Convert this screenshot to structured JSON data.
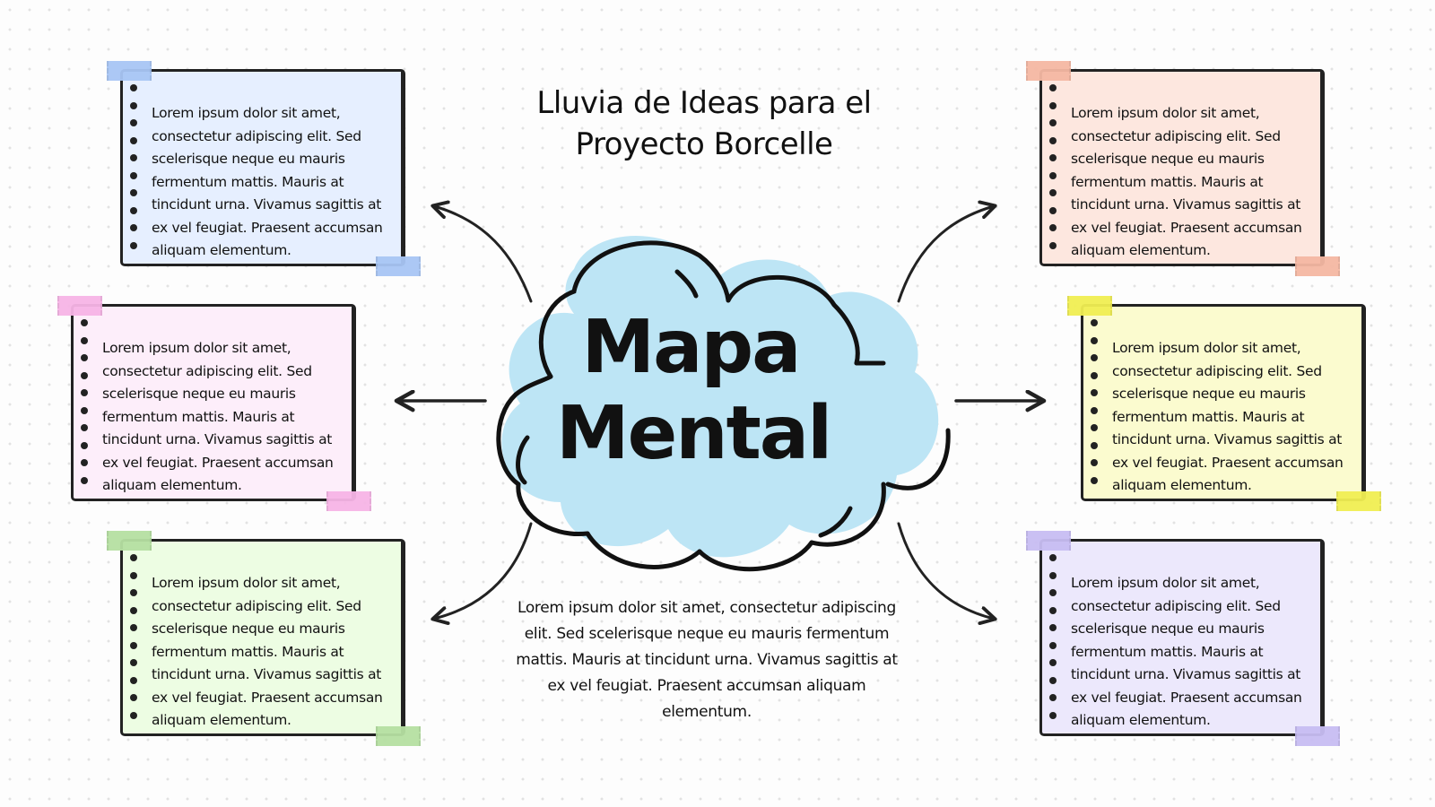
{
  "title": {
    "line1": "Lluvia de Ideas para el",
    "line2": "Proyecto Borcelle"
  },
  "center": {
    "line1": "Mapa",
    "line2": "Mental",
    "cloud_color": "#bde5f5"
  },
  "description": "Lorem ipsum dolor sit amet, consectetur adipiscing elit. Sed scelerisque neque eu mauris fermentum mattis. Mauris at tincidunt urna. Vivamus sagittis at ex vel feugiat. Praesent accumsan aliquam elementum.",
  "cards": [
    {
      "position": "top-left",
      "color": "#e6efff",
      "tape": "#a8c6f5",
      "text": "Lorem ipsum dolor sit amet, consectetur adipiscing elit. Sed scelerisque neque eu mauris fermentum mattis. Mauris at tincidunt urna. Vivamus sagittis at ex vel feugiat. Praesent accumsan aliquam elementum."
    },
    {
      "position": "middle-left",
      "color": "#fdeefa",
      "tape": "#f7b5e6",
      "text": "Lorem ipsum dolor sit amet, consectetur adipiscing elit. Sed scelerisque neque eu mauris fermentum mattis. Mauris at tincidunt urna. Vivamus sagittis at ex vel feugiat. Praesent accumsan aliquam elementum."
    },
    {
      "position": "bottom-left",
      "color": "#edfde3",
      "tape": "#b6e0a2",
      "text": "Lorem ipsum dolor sit amet, consectetur adipiscing elit. Sed scelerisque neque eu mauris fermentum mattis. Mauris at tincidunt urna. Vivamus sagittis at ex vel feugiat. Praesent accumsan aliquam elementum."
    },
    {
      "position": "top-right",
      "color": "#fde7df",
      "tape": "#f5b8a3",
      "text": "Lorem ipsum dolor sit amet, consectetur adipiscing elit. Sed scelerisque neque eu mauris fermentum mattis. Mauris at tincidunt urna. Vivamus sagittis at ex vel feugiat. Praesent accumsan aliquam elementum."
    },
    {
      "position": "middle-right",
      "color": "#fbfbcf",
      "tape": "#f1ef53",
      "text": "Lorem ipsum dolor sit amet, consectetur adipiscing elit. Sed scelerisque neque eu mauris fermentum mattis. Mauris at tincidunt urna. Vivamus sagittis at ex vel feugiat. Praesent accumsan aliquam elementum."
    },
    {
      "position": "bottom-right",
      "color": "#ece8fc",
      "tape": "#c8bdf3",
      "text": "Lorem ipsum dolor sit amet, consectetur adipiscing elit. Sed scelerisque neque eu mauris fermentum mattis. Mauris at tincidunt urna. Vivamus sagittis at ex vel feugiat. Praesent accumsan aliquam elementum."
    }
  ]
}
